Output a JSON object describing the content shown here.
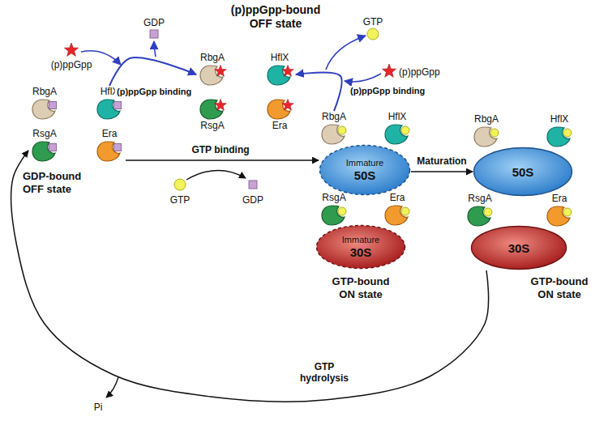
{
  "diagram": {
    "nodes": [
      {
        "text": [
          "RbgA"
        ]
      },
      {
        "text": [
          "HflX"
        ]
      },
      {
        "text": [
          "RsgA"
        ]
      },
      {
        "text": [
          "Era"
        ]
      },
      {
        "text": [
          "RbgA"
        ]
      },
      {
        "text": [
          "HflX"
        ]
      },
      {
        "text": [
          "RsgA"
        ]
      },
      {
        "text": [
          "Era"
        ]
      },
      {
        "text": [
          "RbgA"
        ]
      },
      {
        "text": [
          "HflX"
        ]
      },
      {
        "text": [
          "Immature",
          "50S"
        ]
      },
      {
        "text": [
          "RsgA"
        ]
      },
      {
        "text": [
          "Era"
        ]
      },
      {
        "text": [
          "Immature",
          "30S"
        ]
      },
      {
        "text": [
          "RbgA"
        ]
      },
      {
        "text": [
          "HflX"
        ]
      },
      {
        "text": [
          "50S"
        ]
      },
      {
        "text": [
          "RsgA"
        ]
      },
      {
        "text": [
          "Era"
        ]
      },
      {
        "text": [
          "30S"
        ]
      }
    ],
    "edges": [
      {
        "from": 5,
        "to": 0,
        "arrow": "to",
        "label": "(p)ppGpp binding"
      },
      {
        "from": 8,
        "to": 1,
        "arrow": "to",
        "label": "(p)ppGpp binding"
      },
      {
        "from": 7,
        "to": 10,
        "arrow": "to",
        "label": "GTP binding"
      },
      {
        "from": 10,
        "to": 16,
        "arrow": "to",
        "label": "Maturation"
      },
      {
        "from": 19,
        "to": 6,
        "arrow": "to",
        "label": "GTP hydrolysis"
      }
    ],
    "labels": [
      "(p)ppGpp-bound OFF state",
      "GDP",
      "(p)ppGpp",
      "GTP",
      "(p)ppGpp",
      "GDP-bound OFF state",
      "GTP",
      "GDP",
      "GTP-bound ON state",
      "GTP-bound ON state",
      "Pi"
    ]
  }
}
